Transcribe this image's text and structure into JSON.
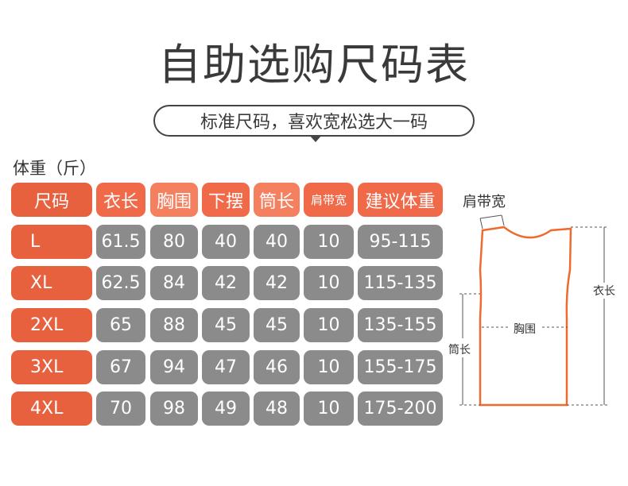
{
  "title": "自助选购尺码表",
  "subtitle": "标准尺码，喜欢宽松选大一码",
  "weight_unit_label": "体重（斤）",
  "colors": {
    "header_bg": "#f06a4a",
    "header_bg_alt": "#f58060",
    "size_bg": "#e8613f",
    "value_bg": "#8b8b8b",
    "shirt_outline": "#ef6a2c"
  },
  "table": {
    "headers": [
      "尺码",
      "衣长",
      "胸围",
      "下摆",
      "筒长",
      "肩带宽",
      "建议体重"
    ],
    "rows": [
      [
        "L",
        "61.5",
        "80",
        "40",
        "40",
        "10",
        "95-115"
      ],
      [
        "XL",
        "62.5",
        "84",
        "42",
        "42",
        "10",
        "115-135"
      ],
      [
        "2XL",
        "65",
        "88",
        "45",
        "45",
        "10",
        "135-155"
      ],
      [
        "3XL",
        "67",
        "94",
        "47",
        "46",
        "10",
        "155-175"
      ],
      [
        "4XL",
        "70",
        "98",
        "49",
        "48",
        "10",
        "175-200"
      ]
    ]
  },
  "diagram": {
    "shoulder_strap": "肩带宽",
    "length": "衣长",
    "chest": "胸围",
    "tube_length": "筒长"
  }
}
